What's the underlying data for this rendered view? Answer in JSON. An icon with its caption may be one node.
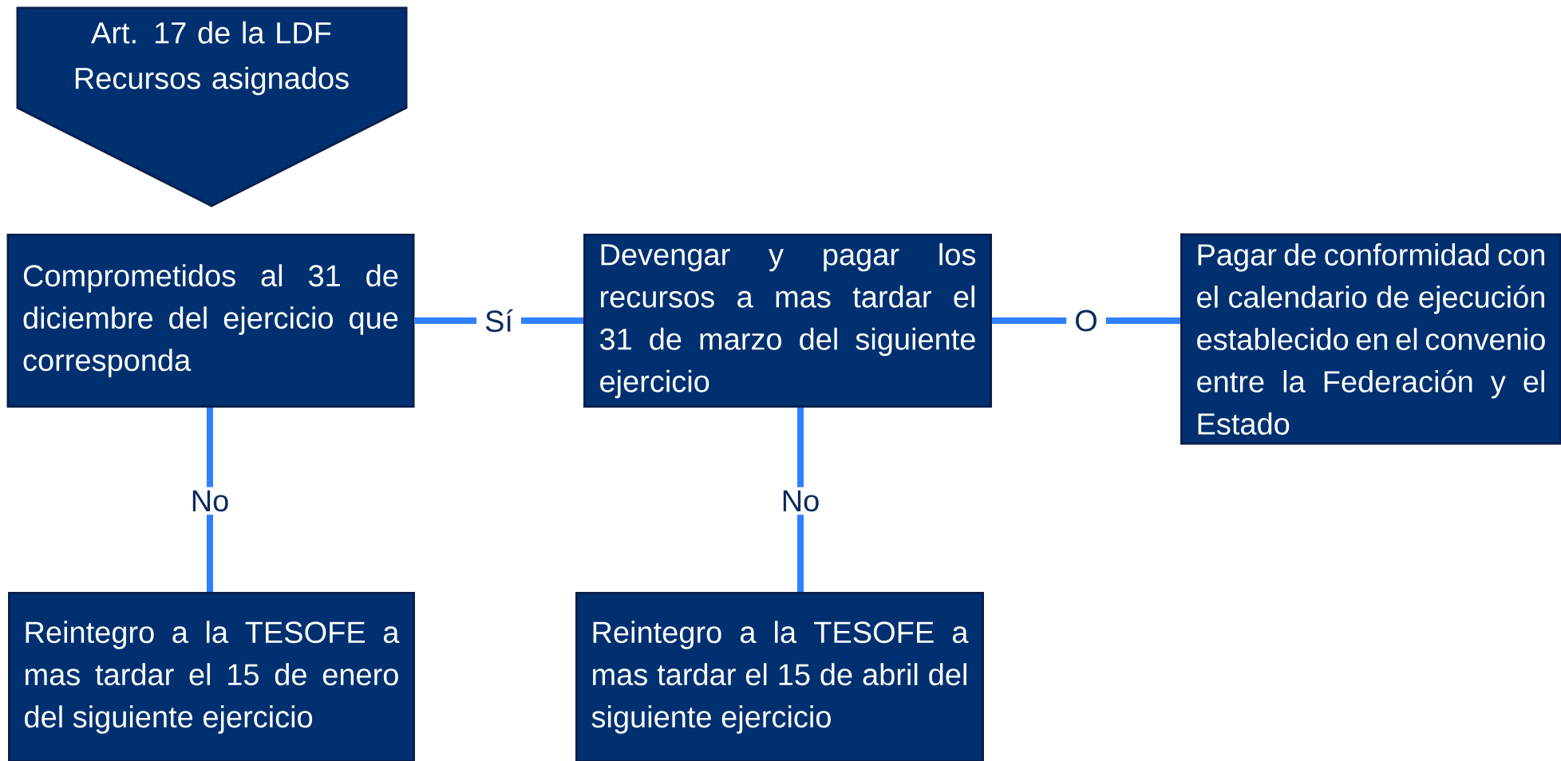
{
  "diagram": {
    "nodes": [
      {
        "text": [
          "Art. 17 de la LDF Recursos asignados"
        ]
      },
      {
        "text": [
          "Comprometidos al 31 de diciembre del ejercicio que corresponda"
        ]
      },
      {
        "text": [
          "Devengar y pagar los recursos a mas tardar el 31 de marzo del siguiente ejercicio"
        ]
      },
      {
        "text": [
          "Pagar de conformidad con el calendario de ejecución establecido en el convenio entre la Federación y el Estado"
        ]
      },
      {
        "text": [
          "Reintegro a la TESOFE a mas tardar el 15 de enero del siguiente ejercicio"
        ]
      },
      {
        "text": [
          "Reintegro a la TESOFE a mas tardar el 15 de abril del siguiente ejercicio"
        ]
      }
    ],
    "edges": [
      {
        "from": 1,
        "to": 2,
        "arrow": "none",
        "label": "Sí"
      },
      {
        "from": 2,
        "to": 3,
        "arrow": "none",
        "label": "O"
      },
      {
        "from": 1,
        "to": 4,
        "arrow": "none",
        "label": "No"
      },
      {
        "from": 2,
        "to": 5,
        "arrow": "none",
        "label": "No"
      }
    ]
  }
}
